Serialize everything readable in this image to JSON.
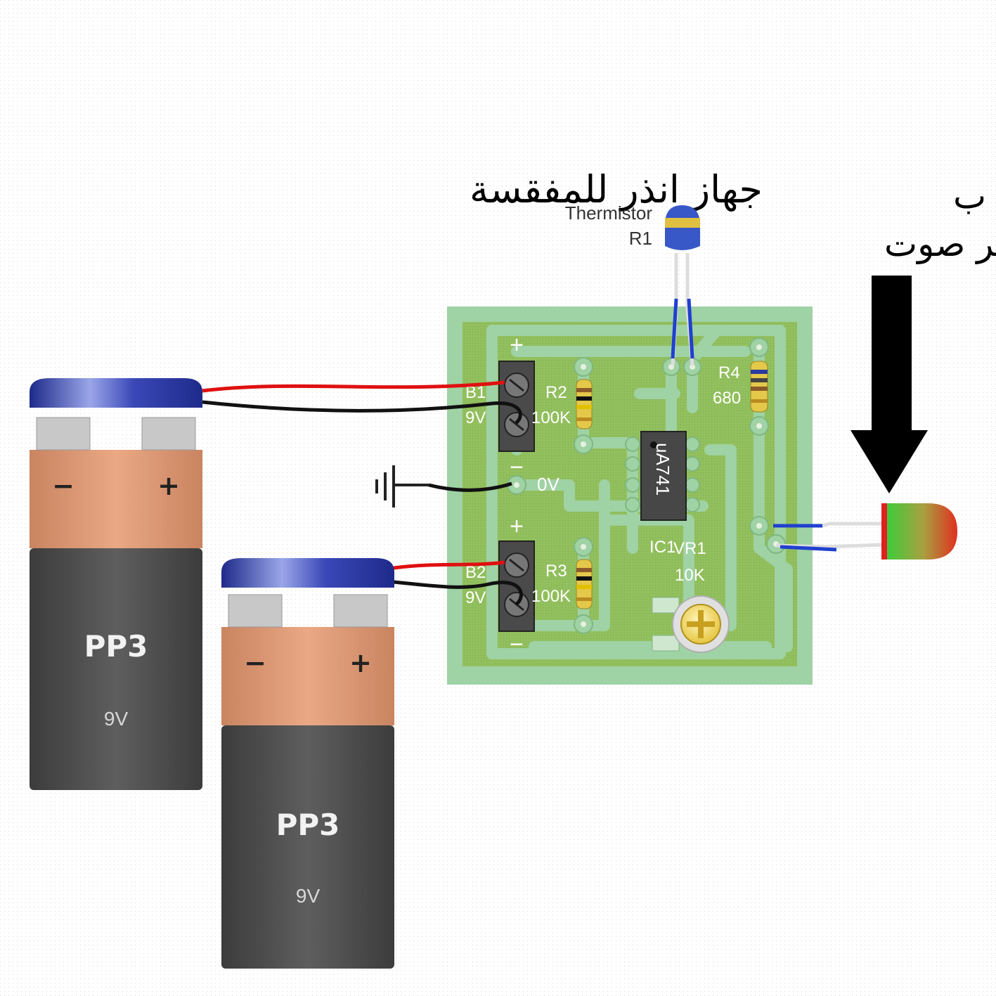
{
  "title": "جهاز انذر للمفقسة",
  "note": {
    "line1": "يمكن تعويضه ب",
    "line2": "مكبر صوت"
  },
  "thermistor": {
    "label": "Thermistor",
    "ref": "R1"
  },
  "board": {
    "b1": "B1",
    "b1_v": "9V",
    "b2": "B2",
    "b2_v": "9V",
    "r2": "R2",
    "r2_val": "100K",
    "r3": "R3",
    "r3_val": "100K",
    "r4": "R4",
    "r4_val": "680",
    "zero_v": "0V",
    "ic": "IC1",
    "ic_part": "uA741",
    "vr": "VR1",
    "vr_val": "10K",
    "plus": "+",
    "minus": "−"
  },
  "battery1": {
    "name": "PP3",
    "voltage": "9V",
    "neg": "−",
    "pos": "+"
  },
  "battery2": {
    "name": "PP3",
    "voltage": "9V",
    "neg": "−",
    "pos": "+"
  },
  "colors": {
    "pcb": "#8fbf5a",
    "trace": "#9ed6a0",
    "battery_top": "#e8a07a",
    "battery_body": "#555555",
    "cap": "#2f3aa8"
  }
}
